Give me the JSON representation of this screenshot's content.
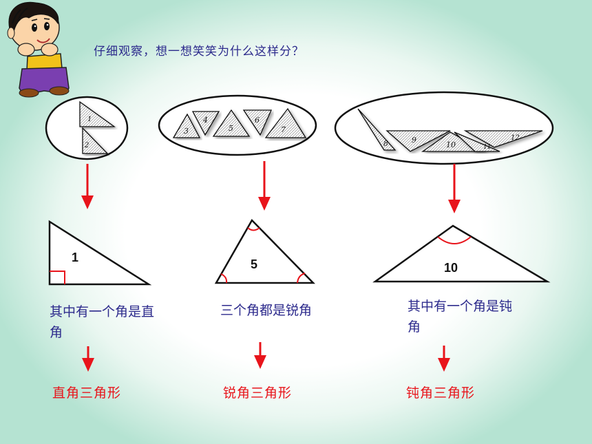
{
  "question": "仔细观察，想一想笑笑为什么这样分？",
  "groups": {
    "right": {
      "small_labels": [
        "1",
        "2"
      ],
      "big_label": "1",
      "description": "其中有一个角是直角",
      "result": "直角三角形"
    },
    "acute": {
      "small_labels": [
        "3",
        "4",
        "5",
        "6",
        "7"
      ],
      "big_label": "5",
      "description": "三个角都是锐角",
      "result": "锐角三角形"
    },
    "obtuse": {
      "small_labels": [
        "8",
        "9",
        "10",
        "11",
        "12"
      ],
      "big_label": "10",
      "description": "其中有一个角是钝角",
      "result": "钝角三角形"
    }
  },
  "colors": {
    "question_text": "#2c2a8c",
    "result_text": "#e8141b",
    "arrow": "#e8141b",
    "angle_mark": "#e8141b",
    "background": "#b5e3d2"
  },
  "icons": [
    "thinking-child-icon",
    "down-arrow-icon"
  ]
}
